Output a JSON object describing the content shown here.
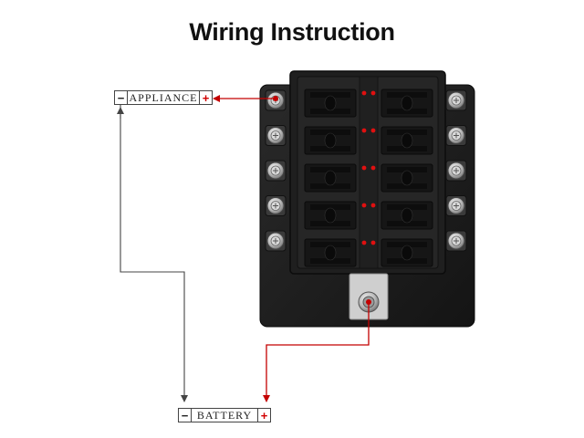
{
  "title": "Wiring Instruction",
  "appliance": {
    "minus": "−",
    "label": "APPLIANCE",
    "plus": "+"
  },
  "battery": {
    "minus": "−",
    "label": "BATTERY",
    "plus": "+"
  },
  "colors": {
    "positive_wire": "#c40000",
    "negative_wire": "#555555",
    "fuse_block": "#1c1c1c",
    "led": "#e01010",
    "terminal": "#c8c8c8"
  },
  "fuse_block": {
    "fuse_rows": 5,
    "fuse_columns": 2,
    "terminals_per_side": 5
  }
}
